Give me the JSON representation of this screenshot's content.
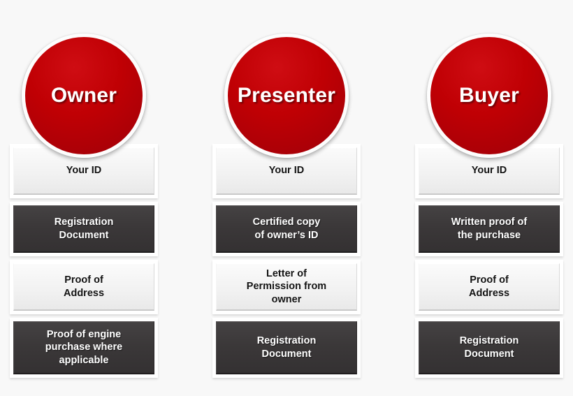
{
  "theme": {
    "background": "#f8f8f8",
    "circle_red": "#c00004",
    "dark_box": "#3b3839",
    "light_box": "#f2f2f2",
    "frame_white": "#ffffff",
    "dark_text": "#131313",
    "light_text": "#ffffff"
  },
  "diagram": {
    "type": "three-column-requirements",
    "columns": [
      {
        "id": "owner",
        "title": "Owner",
        "items": [
          {
            "label": "Your ID",
            "style": "light"
          },
          {
            "label": "Registration\nDocument",
            "style": "dark"
          },
          {
            "label": "Proof of\nAddress",
            "style": "light"
          },
          {
            "label": "Proof of engine\npurchase where\napplicable",
            "style": "dark"
          }
        ]
      },
      {
        "id": "presenter",
        "title": "Presenter",
        "items": [
          {
            "label": "Your ID",
            "style": "light"
          },
          {
            "label": "Certified copy\nof owner’s ID",
            "style": "dark"
          },
          {
            "label": "Letter of\nPermission from\nowner",
            "style": "light"
          },
          {
            "label": "Registration\nDocument",
            "style": "dark"
          }
        ]
      },
      {
        "id": "buyer",
        "title": "Buyer",
        "items": [
          {
            "label": "Your ID",
            "style": "light"
          },
          {
            "label": "Written proof of\nthe purchase",
            "style": "dark"
          },
          {
            "label": "Proof of\nAddress",
            "style": "light"
          },
          {
            "label": "Registration\nDocument",
            "style": "dark"
          }
        ]
      }
    ]
  }
}
